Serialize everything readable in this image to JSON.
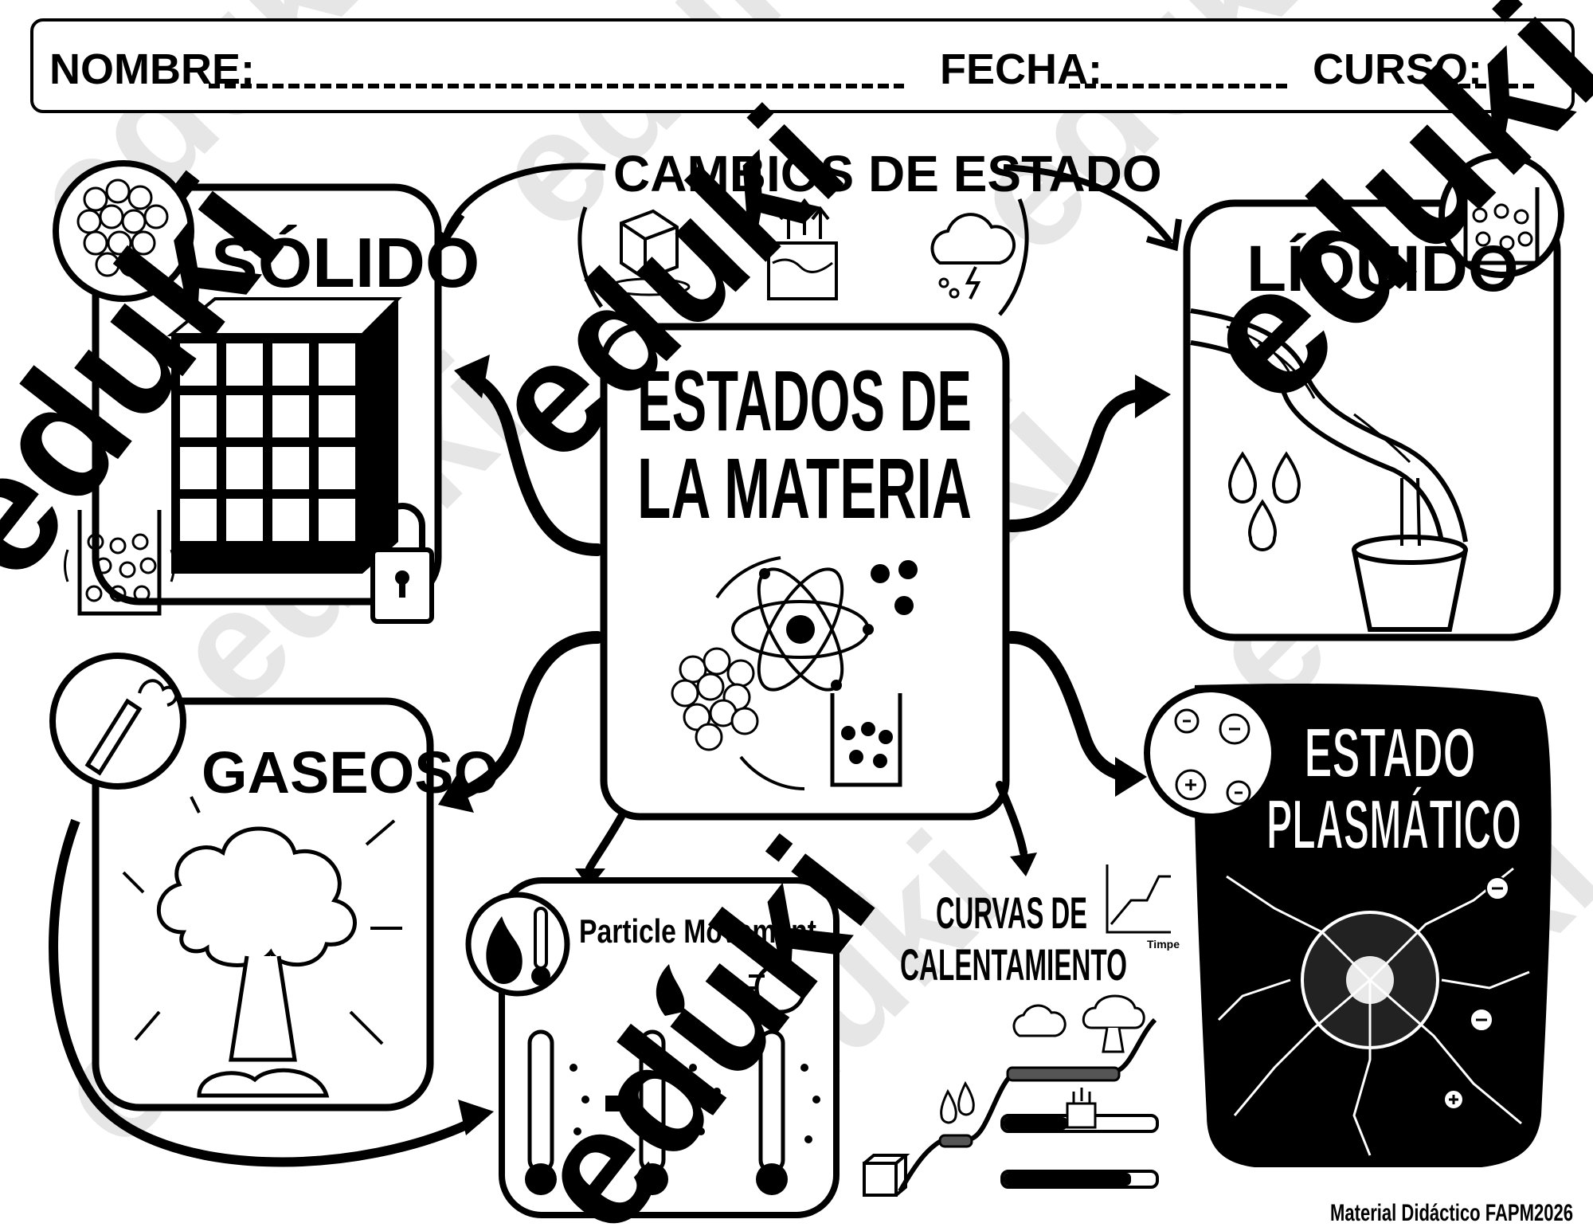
{
  "header": {
    "name_label": "NOMBRE:",
    "date_label": "FECHA:",
    "course_label": "CURSO:"
  },
  "center": {
    "title_line1": "ESTADOS DE",
    "title_line2": "LA MATERIA"
  },
  "top_label": "CAMBIOS DE ESTADO",
  "solid": {
    "title": "SÓLIDO"
  },
  "liquid": {
    "title": "LÍQUIDO"
  },
  "gas": {
    "title": "GASEOSO"
  },
  "plasma": {
    "title_line1": "ESTADO",
    "title_line2": "PLASMÁTICO"
  },
  "particle": {
    "title": "Particle Movement"
  },
  "curves": {
    "title_line1": "CURVAS DE",
    "title_line2": "CALENTAMIENTO",
    "axis_label": "Timpe"
  },
  "footer": "Material Didáctico FAPM2026",
  "watermark": "eduki",
  "icons": [
    "particles-icon",
    "ice-cube-icon",
    "heat-steam-icon",
    "cloud-storm-icon",
    "lock-icon",
    "beaker-icon",
    "bottle-icon",
    "flame-icon",
    "thermometer-icon",
    "atom-icon",
    "droplets-icon",
    "plasma-orb-icon"
  ],
  "colors": {
    "ink": "#000000",
    "paper": "#ffffff",
    "watermark_faint": "#e6e6e6"
  }
}
